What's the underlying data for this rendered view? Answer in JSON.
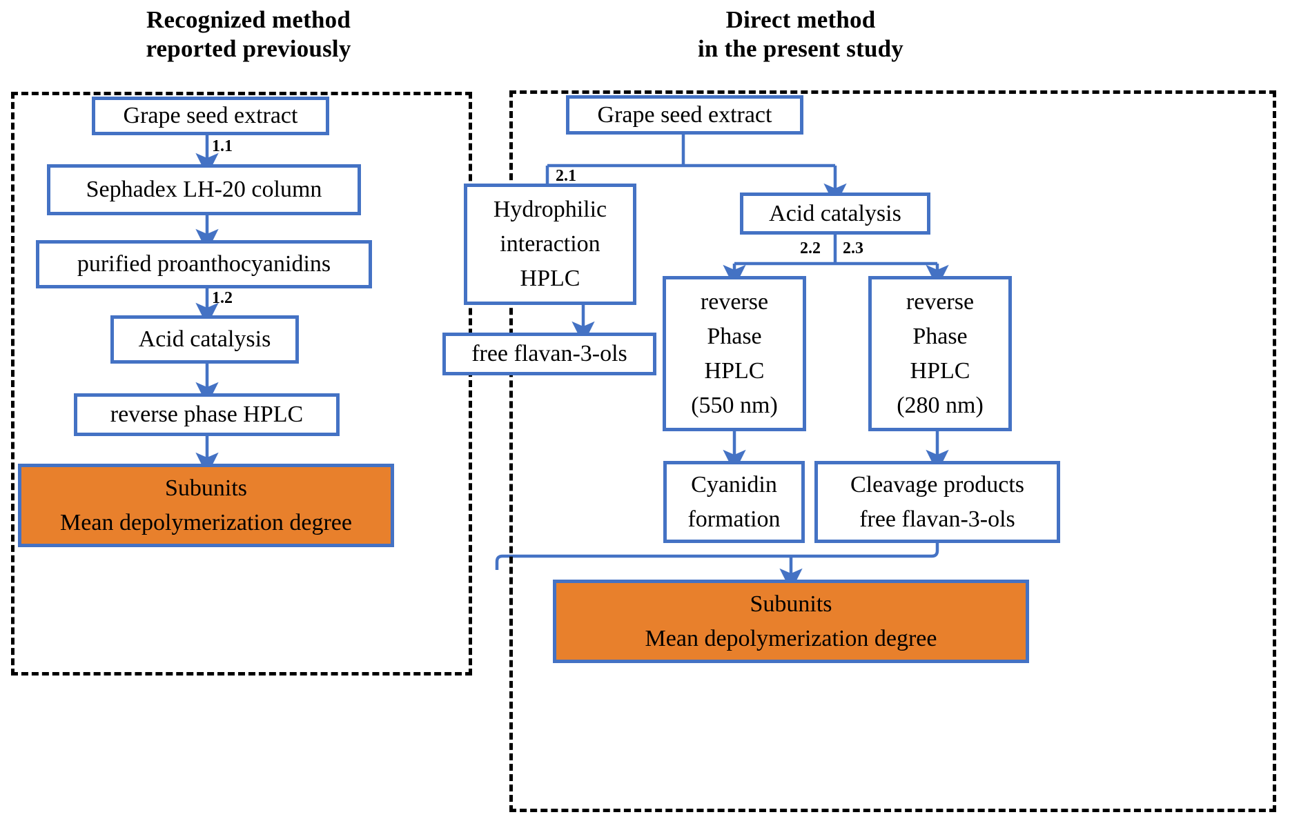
{
  "panels": {
    "left": {
      "title": "Recognized method\nreported previously",
      "nodes": [
        {
          "id": "gse-left",
          "label": "Grape seed extract"
        },
        {
          "id": "sephadex",
          "label": "Sephadex LH-20 column"
        },
        {
          "id": "purified-pac",
          "label": "purified proanthocyanidins"
        },
        {
          "id": "acid-catalysis-left",
          "label": "Acid catalysis"
        },
        {
          "id": "rp-hplc-left",
          "label": "reverse phase HPLC"
        },
        {
          "id": "result-left",
          "label": "Subunits\nMean depolymerization degree"
        }
      ],
      "steps": [
        {
          "id": "step-1-1",
          "label": "1.1"
        },
        {
          "id": "step-1-2",
          "label": "1.2"
        }
      ]
    },
    "right": {
      "title": "Direct method\nin the present study",
      "nodes": [
        {
          "id": "gse-right",
          "label": "Grape seed extract"
        },
        {
          "id": "hilic",
          "label": "Hydrophilic\ninteraction\nHPLC"
        },
        {
          "id": "acid-catalysis-right",
          "label": "Acid catalysis"
        },
        {
          "id": "free-flavanols",
          "label": "free flavan-3-ols"
        },
        {
          "id": "rp-hplc-550",
          "label": "reverse\nPhase\nHPLC\n(550 nm)"
        },
        {
          "id": "rp-hplc-280",
          "label": "reverse\nPhase\nHPLC\n(280 nm)"
        },
        {
          "id": "cyanidin",
          "label": "Cyanidin\nformation"
        },
        {
          "id": "cleavage",
          "label": "Cleavage products\nfree flavan-3-ols"
        },
        {
          "id": "result-right",
          "label": "Subunits\nMean depolymerization degree"
        }
      ],
      "steps": [
        {
          "id": "step-2-1",
          "label": "2.1"
        },
        {
          "id": "step-2-2",
          "label": "2.2"
        },
        {
          "id": "step-2-3",
          "label": "2.3"
        }
      ]
    }
  },
  "colors": {
    "box_border": "#4472C4",
    "connector": "#4472C4",
    "result_fill": "#E8802C",
    "panel_border": "#000000",
    "text": "#000000",
    "box_fill": "#FFFFFF"
  },
  "chart_data": {
    "type": "diagram",
    "title": "Comparison of recognized and direct methods for proanthocyanidin depolymerization analysis",
    "flows": [
      {
        "panel": "Recognized method reported previously",
        "edges": [
          {
            "from": "Grape seed extract",
            "to": "Sephadex LH-20 column",
            "label": "1.1"
          },
          {
            "from": "Sephadex LH-20 column",
            "to": "purified proanthocyanidins",
            "label": ""
          },
          {
            "from": "purified proanthocyanidins",
            "to": "Acid catalysis",
            "label": "1.2"
          },
          {
            "from": "Acid catalysis",
            "to": "reverse phase HPLC",
            "label": ""
          },
          {
            "from": "reverse phase HPLC",
            "to": "Subunits Mean depolymerization degree",
            "label": ""
          }
        ]
      },
      {
        "panel": "Direct method in the present study",
        "edges": [
          {
            "from": "Grape seed extract",
            "to": "Hydrophilic interaction HPLC",
            "label": "2.1"
          },
          {
            "from": "Grape seed extract",
            "to": "Acid catalysis",
            "label": ""
          },
          {
            "from": "Hydrophilic interaction HPLC",
            "to": "free flavan-3-ols",
            "label": ""
          },
          {
            "from": "Acid catalysis",
            "to": "reverse Phase HPLC (550 nm)",
            "label": "2.2"
          },
          {
            "from": "Acid catalysis",
            "to": "reverse Phase HPLC (280 nm)",
            "label": "2.3"
          },
          {
            "from": "reverse Phase HPLC (550 nm)",
            "to": "Cyanidin formation",
            "label": ""
          },
          {
            "from": "reverse Phase HPLC (280 nm)",
            "to": "Cleavage products free flavan-3-ols",
            "label": ""
          },
          {
            "from": "Cyanidin formation",
            "to": "Subunits Mean depolymerization degree",
            "label": ""
          },
          {
            "from": "Cleavage products free flavan-3-ols",
            "to": "Subunits Mean depolymerization degree",
            "label": ""
          }
        ]
      }
    ]
  }
}
